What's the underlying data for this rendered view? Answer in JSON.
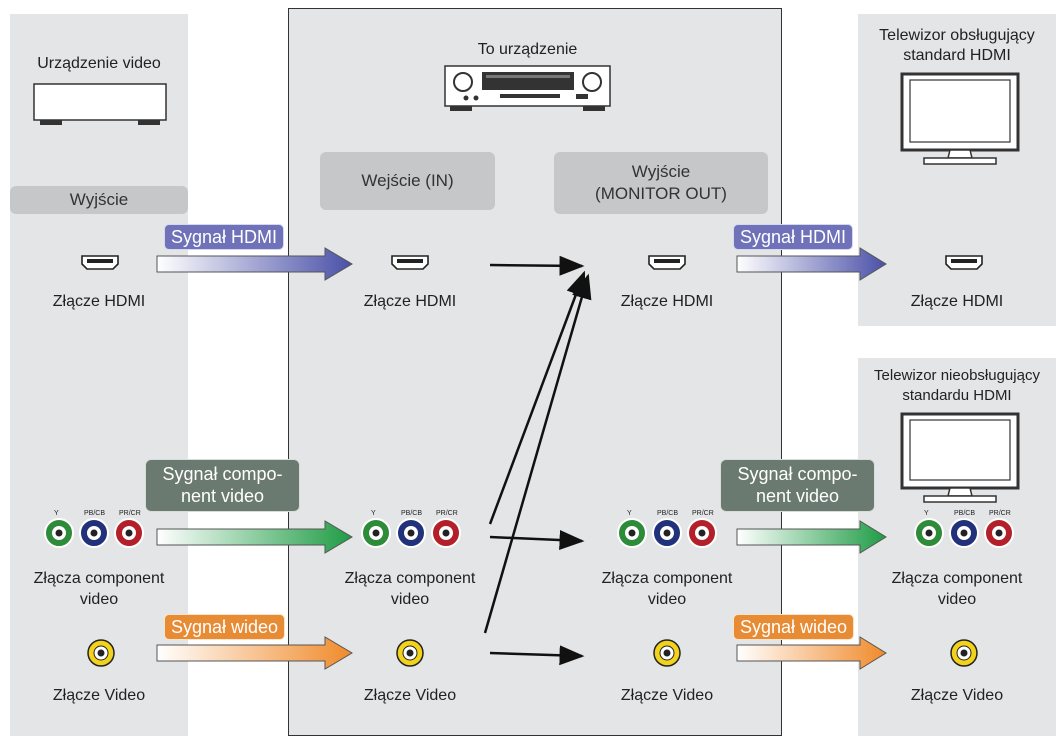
{
  "source": {
    "device_label": "Urządzenie video",
    "output_box": "Wyjście",
    "hdmi_label": "Złącze HDMI",
    "component_label_1": "Złącza component",
    "component_label_2": "video",
    "video_label": "Złącze Video"
  },
  "receiver": {
    "title": "To urządzenie",
    "input_box": "Wejście (IN)",
    "output_box_1": "Wyjście",
    "output_box_2": "(MONITOR OUT)",
    "in_hdmi_label": "Złącze HDMI",
    "in_component_label_1": "Złącza component",
    "in_component_label_2": "video",
    "in_video_label": "Złącze Video",
    "out_hdmi_label": "Złącze HDMI",
    "out_component_label_1": "Złącza component",
    "out_component_label_2": "video",
    "out_video_label": "Złącze Video"
  },
  "tv_hdmi": {
    "title_1": "Telewizor obsługujący",
    "title_2": "standard HDMI",
    "hdmi_label": "Złącze HDMI"
  },
  "tv_nohdmi": {
    "title_1": "Telewizor nieobsługujący",
    "title_2": "standardu HDMI",
    "component_label_1": "Złącza component",
    "component_label_2": "video",
    "video_label": "Złącze Video"
  },
  "signals": {
    "hdmi": "Sygnał HDMI",
    "component_1": "Sygnał compo-",
    "component_2": "nent video",
    "video": "Sygnał wideo"
  },
  "jack_labels": {
    "y": "Y",
    "pb": "PB/CB",
    "pr": "PR/CR"
  },
  "colors": {
    "hdmi_arrow": "#5a5fb0",
    "component_arrow": "#22a04a",
    "video_arrow": "#f08a2a",
    "jack_green": "#2e8b3a",
    "jack_blue": "#22327a",
    "jack_red": "#b3202a",
    "jack_yellow": "#f2d21a"
  }
}
